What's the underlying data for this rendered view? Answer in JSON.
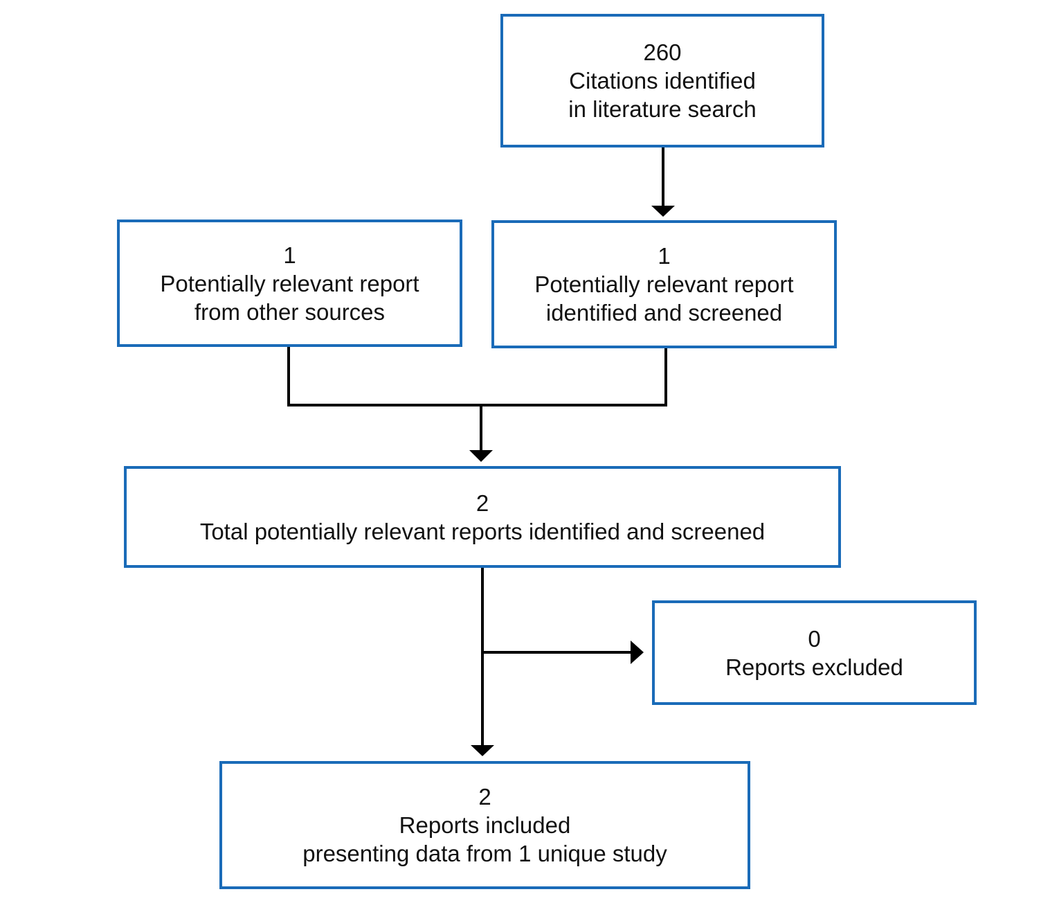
{
  "colors": {
    "box_border": "#1a6bb8",
    "connector": "#000000",
    "text": "#111111"
  },
  "boxes": {
    "citations": {
      "count": "260",
      "line1": "Citations identified",
      "line2": "in literature search"
    },
    "other_sources": {
      "count": "1",
      "line1": "Potentially relevant report",
      "line2": "from other sources"
    },
    "screened": {
      "count": "1",
      "line1": "Potentially relevant report",
      "line2": "identified and screened"
    },
    "total": {
      "count": "2",
      "line1": "Total potentially relevant reports identified and screened"
    },
    "excluded": {
      "count": "0",
      "line1": "Reports excluded"
    },
    "included": {
      "count": "2",
      "line1": "Reports included",
      "line2": "presenting data from 1 unique study"
    }
  }
}
